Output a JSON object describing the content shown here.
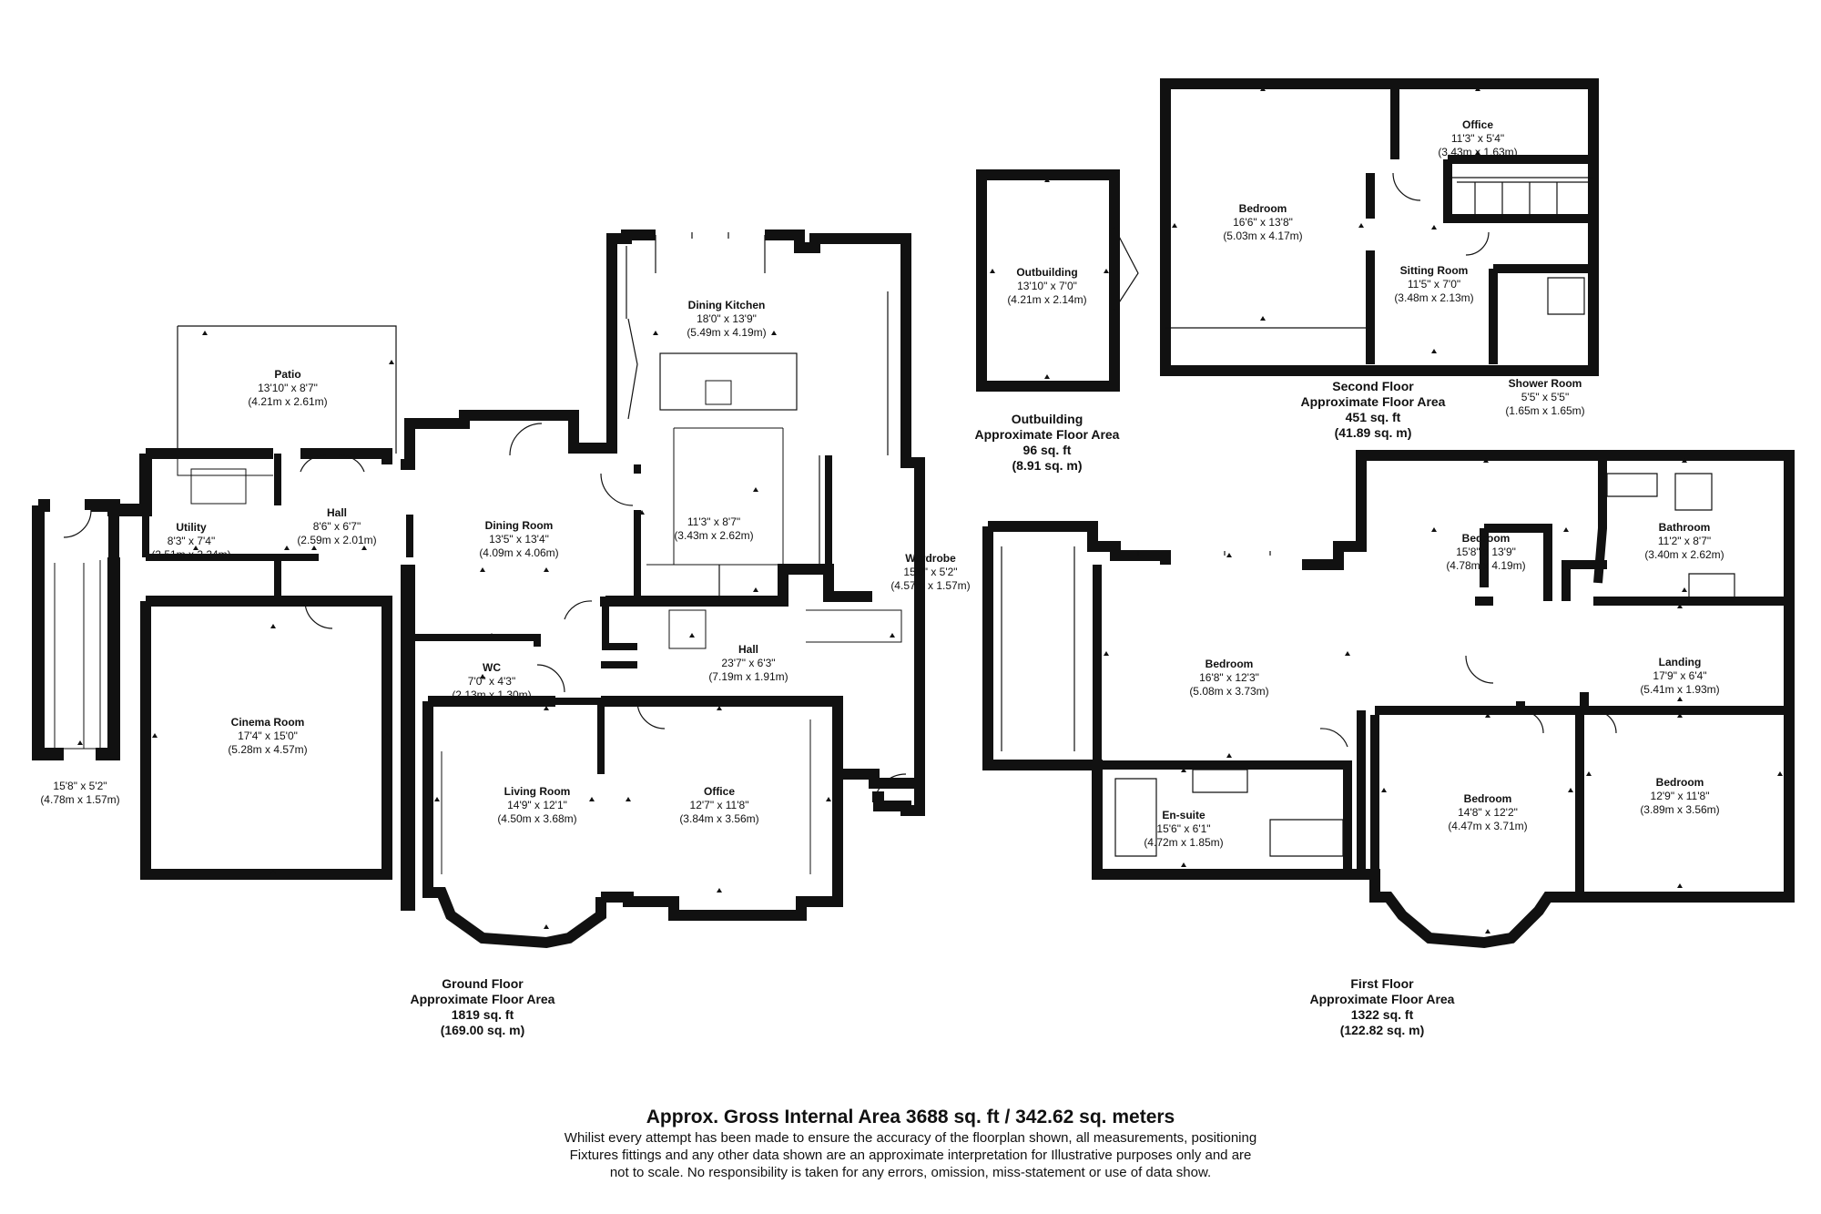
{
  "floors": {
    "ground": {
      "rooms": [
        {
          "name": "Patio",
          "dims": "13'10\" x 8'7\"",
          "metric": "(4.21m x 2.61m)"
        },
        {
          "name": "Utility",
          "dims": "8'3\" x 7'4\"",
          "metric": "(2.51m x 2.24m)"
        },
        {
          "name": "Hall",
          "dims": "8'6\" x 6'7\"",
          "metric": "(2.59m x 2.01m)"
        },
        {
          "name": "Dining Kitchen",
          "dims": "18'0\" x 13'9\"",
          "metric": "(5.49m x 4.19m)"
        },
        {
          "name": "",
          "dims": "11'3\" x 8'7\"",
          "metric": "(3.43m x 2.62m)"
        },
        {
          "name": "Dining Room",
          "dims": "13'5\" x 13'4\"",
          "metric": "(4.09m x 4.06m)"
        },
        {
          "name": "Hall",
          "dims": "23'7\" x 6'3\"",
          "metric": "(7.19m x 1.91m)"
        },
        {
          "name": "WC",
          "dims": "7'0\" x 4'3\"",
          "metric": "(2.13m x 1.30m)"
        },
        {
          "name": "Cinema Room",
          "dims": "17'4\" x 15'0\"",
          "metric": "(5.28m x 4.57m)"
        },
        {
          "name": "Living Room",
          "dims": "14'9\" x 12'1\"",
          "metric": "(4.50m x 3.68m)"
        },
        {
          "name": "Office",
          "dims": "12'7\" x 11'8\"",
          "metric": "(3.84m x 3.56m)"
        },
        {
          "name": "",
          "dims": "15'8\" x 5'2\"",
          "metric": "(4.78m x 1.57m)"
        }
      ],
      "title": "Ground Floor",
      "subtitle": "Approximate Floor Area",
      "area_sqft": "1819 sq. ft",
      "area_sqm": "(169.00 sq. m)"
    },
    "outbuilding": {
      "rooms": [
        {
          "name": "Outbuilding",
          "dims": "13'10\" x 7'0\"",
          "metric": "(4.21m x 2.14m)"
        }
      ],
      "title": "Outbuilding",
      "subtitle": "Approximate Floor Area",
      "area_sqft": "96 sq. ft",
      "area_sqm": "(8.91 sq. m)"
    },
    "second": {
      "rooms": [
        {
          "name": "Bedroom",
          "dims": "16'6\" x 13'8\"",
          "metric": "(5.03m x 4.17m)"
        },
        {
          "name": "Office",
          "dims": "11'3\" x 5'4\"",
          "metric": "(3.43m x 1.63m)"
        },
        {
          "name": "Sitting Room",
          "dims": "11'5\" x 7'0\"",
          "metric": "(3.48m x 2.13m)"
        },
        {
          "name": "Shower Room",
          "dims": "5'5\" x 5'5\"",
          "metric": "(1.65m x 1.65m)"
        }
      ],
      "title": "Second Floor",
      "subtitle": "Approximate Floor Area",
      "area_sqft": "451 sq. ft",
      "area_sqm": "(41.89 sq. m)"
    },
    "first": {
      "rooms": [
        {
          "name": "Wardrobe",
          "dims": "15'0\" x 5'2\"",
          "metric": "(4.57m x 1.57m)"
        },
        {
          "name": "Bedroom",
          "dims": "16'8\" x 12'3\"",
          "metric": "(5.08m x 3.73m)"
        },
        {
          "name": "En-suite",
          "dims": "15'6\" x 6'1\"",
          "metric": "(4.72m x 1.85m)"
        },
        {
          "name": "Bedroom",
          "dims": "15'8\" x 13'9\"",
          "metric": "(4.78m x 4.19m)"
        },
        {
          "name": "Bathroom",
          "dims": "11'2\" x 8'7\"",
          "metric": "(3.40m x 2.62m)"
        },
        {
          "name": "Landing",
          "dims": "17'9\" x 6'4\"",
          "metric": "(5.41m x 1.93m)"
        },
        {
          "name": "Bedroom",
          "dims": "14'8\" x 12'2\"",
          "metric": "(4.47m x 3.71m)"
        },
        {
          "name": "Bedroom",
          "dims": "12'9\" x 11'8\"",
          "metric": "(3.89m x 3.56m)"
        }
      ],
      "title": "First Floor",
      "subtitle": "Approximate Floor Area",
      "area_sqft": "1322 sq. ft",
      "area_sqm": "(122.82 sq. m)"
    }
  },
  "footer": {
    "headline": "Approx. Gross Internal Area 3688 sq. ft / 342.62 sq. meters",
    "line1": "Whilist every attempt has been made to ensure the accuracy of the floorplan shown, all measurements, positioning",
    "line2": "Fixtures fittings and any other data shown are an approximate interpretation for Illustrative purposes only  and are",
    "line3": "not to scale. No responsibility is taken for any errors, omission, miss-statement or use of data show."
  }
}
